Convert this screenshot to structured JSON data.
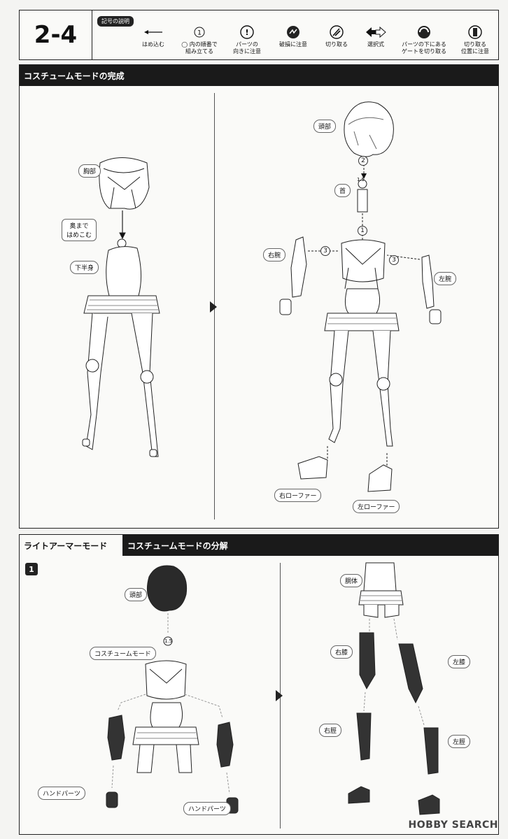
{
  "header": {
    "step": "2-4",
    "legend_title": "記号の説明",
    "legend": [
      {
        "icon": "arrow-left-icon",
        "text": "はめ込む"
      },
      {
        "icon": "numbered-circle-icon",
        "text": "◯ 内の順番で\n組み立てる"
      },
      {
        "icon": "warning-icon",
        "text": "パーツの\n向きに注意"
      },
      {
        "icon": "break-warning-icon",
        "text": "破損に注意"
      },
      {
        "icon": "cut-icon",
        "text": "切り取る"
      },
      {
        "icon": "choice-arrows-icon",
        "text": "選択式"
      },
      {
        "icon": "gate-cut-icon",
        "text": "パーツの下にある\nゲートを切り取る"
      },
      {
        "icon": "cut-position-icon",
        "text": "切り取る\n位置に注意"
      }
    ]
  },
  "section1": {
    "title": "コスチュームモードの完成",
    "labels": {
      "chest": "胸部",
      "push_in": "奥まで\nはめこむ",
      "lower_body": "下半身",
      "head": "頭部",
      "neck": "首",
      "right_arm": "右腕",
      "left_arm": "左腕",
      "right_loafer": "右ローファー",
      "left_loafer": "左ローファー",
      "n1": "1",
      "n2": "2",
      "n3a": "3",
      "n3b": "3",
      "size_label": "1.5"
    }
  },
  "section2": {
    "tab1": "ライトアーマーモード",
    "tab2": "コスチュームモードの分解",
    "step_num": "1",
    "labels": {
      "head": "頭部",
      "costume_mode": "コスチュームモード",
      "hand_parts_l": "ハンドパーツ",
      "hand_parts_r": "ハンドパーツ",
      "torso": "胴体",
      "right_knee": "右膝",
      "left_knee": "左膝",
      "right_shin": "右脛",
      "left_shin": "左脛",
      "size_label": "1.5"
    }
  },
  "brand": "HOBBY SEARCH"
}
